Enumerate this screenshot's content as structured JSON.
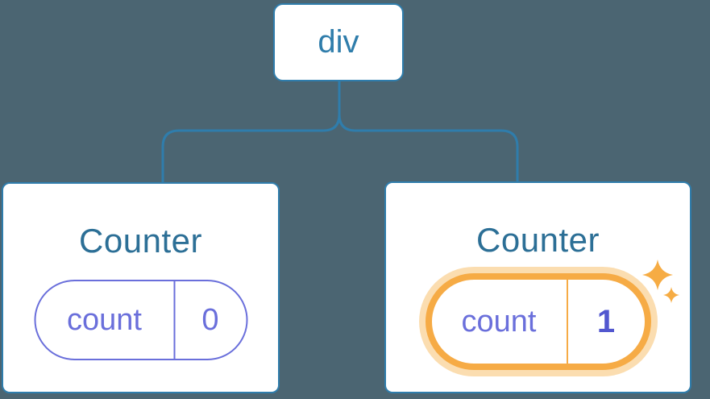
{
  "colors": {
    "background": "#4b6572",
    "node_border_blue": "#2f7dac",
    "node_fill": "#ffffff",
    "root_label_blue": "#2f7dab",
    "component_title_blue": "#2c6f96",
    "state_purple": "#6a6fdb",
    "state_value_bold_purple": "#5257cf",
    "highlight_orange": "#f6ab45",
    "highlight_halo_orange": "#fbddb0"
  },
  "tree": {
    "root": {
      "label": "div"
    },
    "children": [
      {
        "title": "Counter",
        "state": {
          "key": "count",
          "value": "0"
        },
        "highlighted": false
      },
      {
        "title": "Counter",
        "state": {
          "key": "count",
          "value": "1"
        },
        "highlighted": true
      }
    ],
    "edges": [
      {
        "from": "div",
        "to": "Counter-left"
      },
      {
        "from": "div",
        "to": "Counter-right"
      }
    ]
  },
  "icons": {
    "sparkles": "sparkles-icon"
  }
}
